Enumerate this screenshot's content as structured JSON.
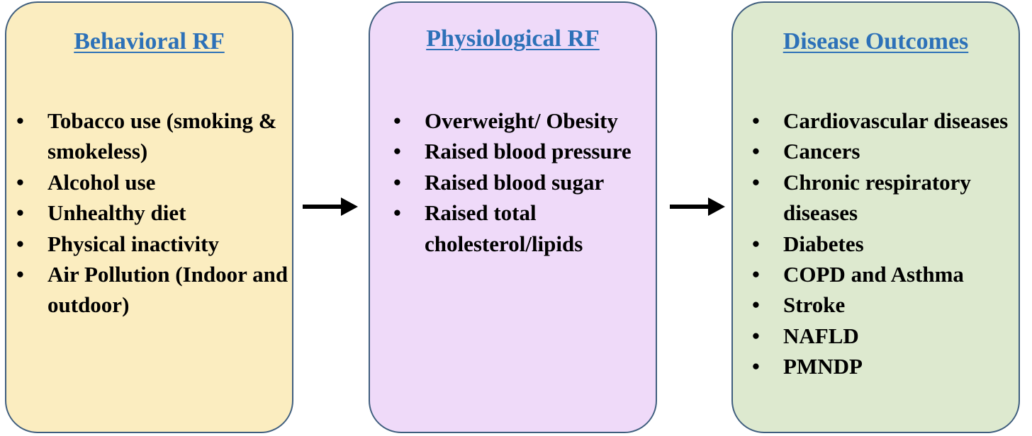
{
  "boxes": {
    "behavioral": {
      "title": "Behavioral RF",
      "items": [
        "Tobacco use (smoking & smokeless)",
        "Alcohol use",
        "Unhealthy diet",
        "Physical inactivity",
        "Air Pollution (Indoor and outdoor)"
      ]
    },
    "physiological": {
      "title": "Physiological RF",
      "items": [
        "Overweight/ Obesity",
        "Raised blood pressure",
        "Raised blood sugar",
        "Raised total cholesterol/lipids"
      ]
    },
    "disease": {
      "title": "Disease Outcomes",
      "items": [
        "Cardiovascular diseases",
        "Cancers",
        "Chronic respiratory diseases",
        "Diabetes",
        "COPD and Asthma",
        "Stroke",
        "NAFLD",
        "PMNDP"
      ]
    }
  },
  "bullet_glyph": "•",
  "colors": {
    "behavioral_fill": "#fbedc0",
    "physiological_fill": "#efdaf9",
    "disease_fill": "#dde9cf",
    "box_border": "#3f5e7e",
    "title_text": "#2d71b8",
    "item_text": "#000000",
    "arrow": "#000000"
  }
}
